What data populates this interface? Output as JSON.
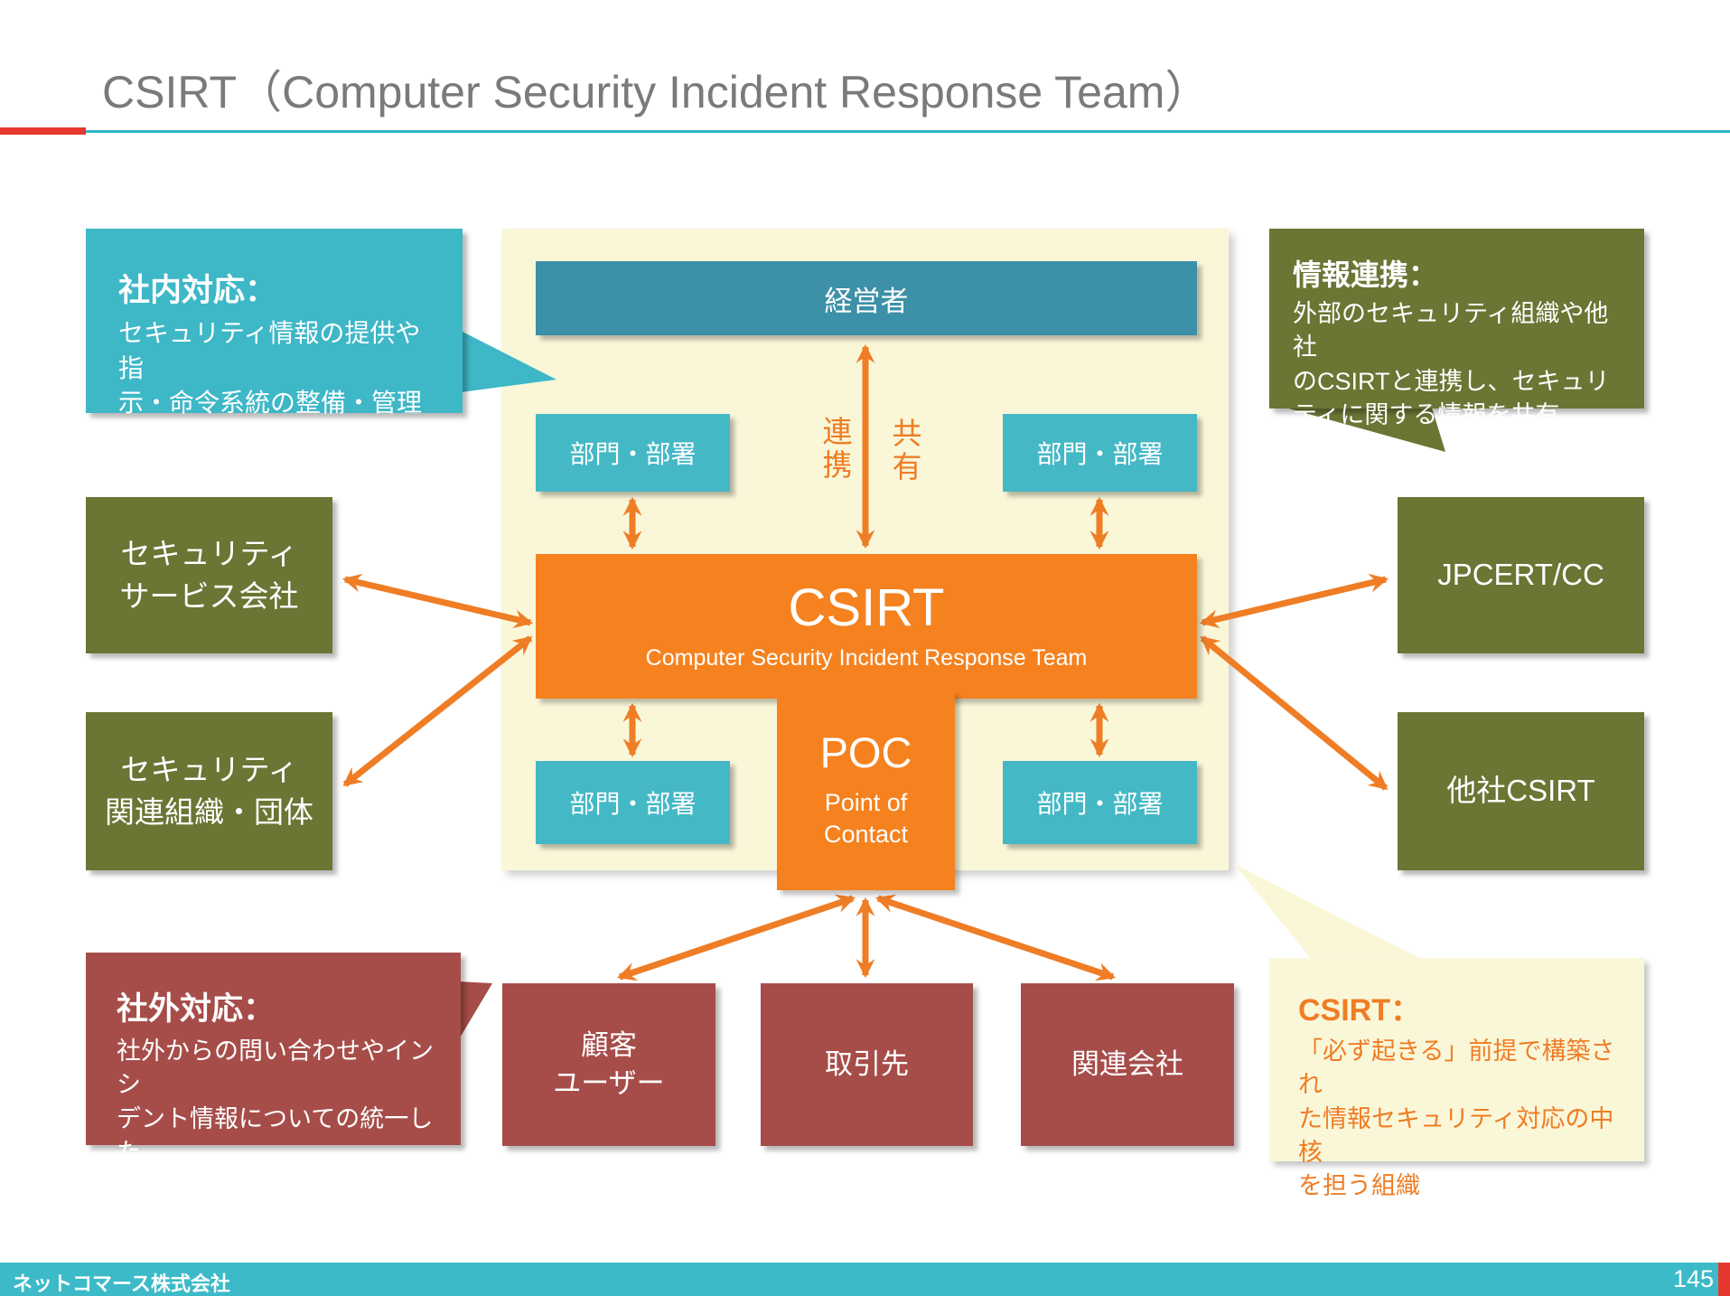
{
  "title": "CSIRT（Computer Security Incident Response Team）",
  "callouts": {
    "internal": {
      "title": "社内対応：",
      "body": "セキュリティ情報の提供や指\n示・命令系統の整備・管理"
    },
    "info_sharing": {
      "title": "情報連携：",
      "body": "外部のセキュリティ組織や他社\nのCSIRTと連携し、セキュリ\nティに関する情報を共有"
    },
    "external": {
      "title": "社外対応：",
      "body": "社外からの問い合わせやインシ\nデント情報についての統一した\n対外窓口"
    },
    "csirt_note": {
      "title": "CSIRT：",
      "body": "「必ず起きる」前提で構築され\nた情報セキュリティ対応の中核\nを担う組織"
    }
  },
  "diagram": {
    "management": "経営者",
    "department": "部門・部署",
    "csirt": {
      "title": "CSIRT",
      "subtitle": "Computer Security Incident Response Team"
    },
    "poc": {
      "title": "POC",
      "subtitle": "Point of\nContact"
    },
    "link_label": "連携",
    "share_label": "共有"
  },
  "partners": {
    "security_service": "セキュリティ\nサービス会社",
    "security_orgs": "セキュリティ\n関連組織・団体",
    "jpcert": "JPCERT/CC",
    "other_csirt": "他社CSIRT",
    "customers": "顧客\nユーザー",
    "suppliers": "取引先",
    "affiliates": "関連会社"
  },
  "footer": {
    "company": "ネットコマース株式会社",
    "page": "145"
  },
  "colors": {
    "orange": "#F5821F",
    "arrow_orange": "#EF7D25",
    "teal_callout": "#3EB7C7",
    "teal_box": "#45B8C6",
    "dark_teal": "#3C90A7",
    "olive": "#6B7534",
    "maroon": "#A64D49",
    "cream": "#FAF7D9",
    "accent_red": "#E5392F",
    "footer_teal": "#3CBAC8",
    "title_gray": "#7A7A7A"
  }
}
